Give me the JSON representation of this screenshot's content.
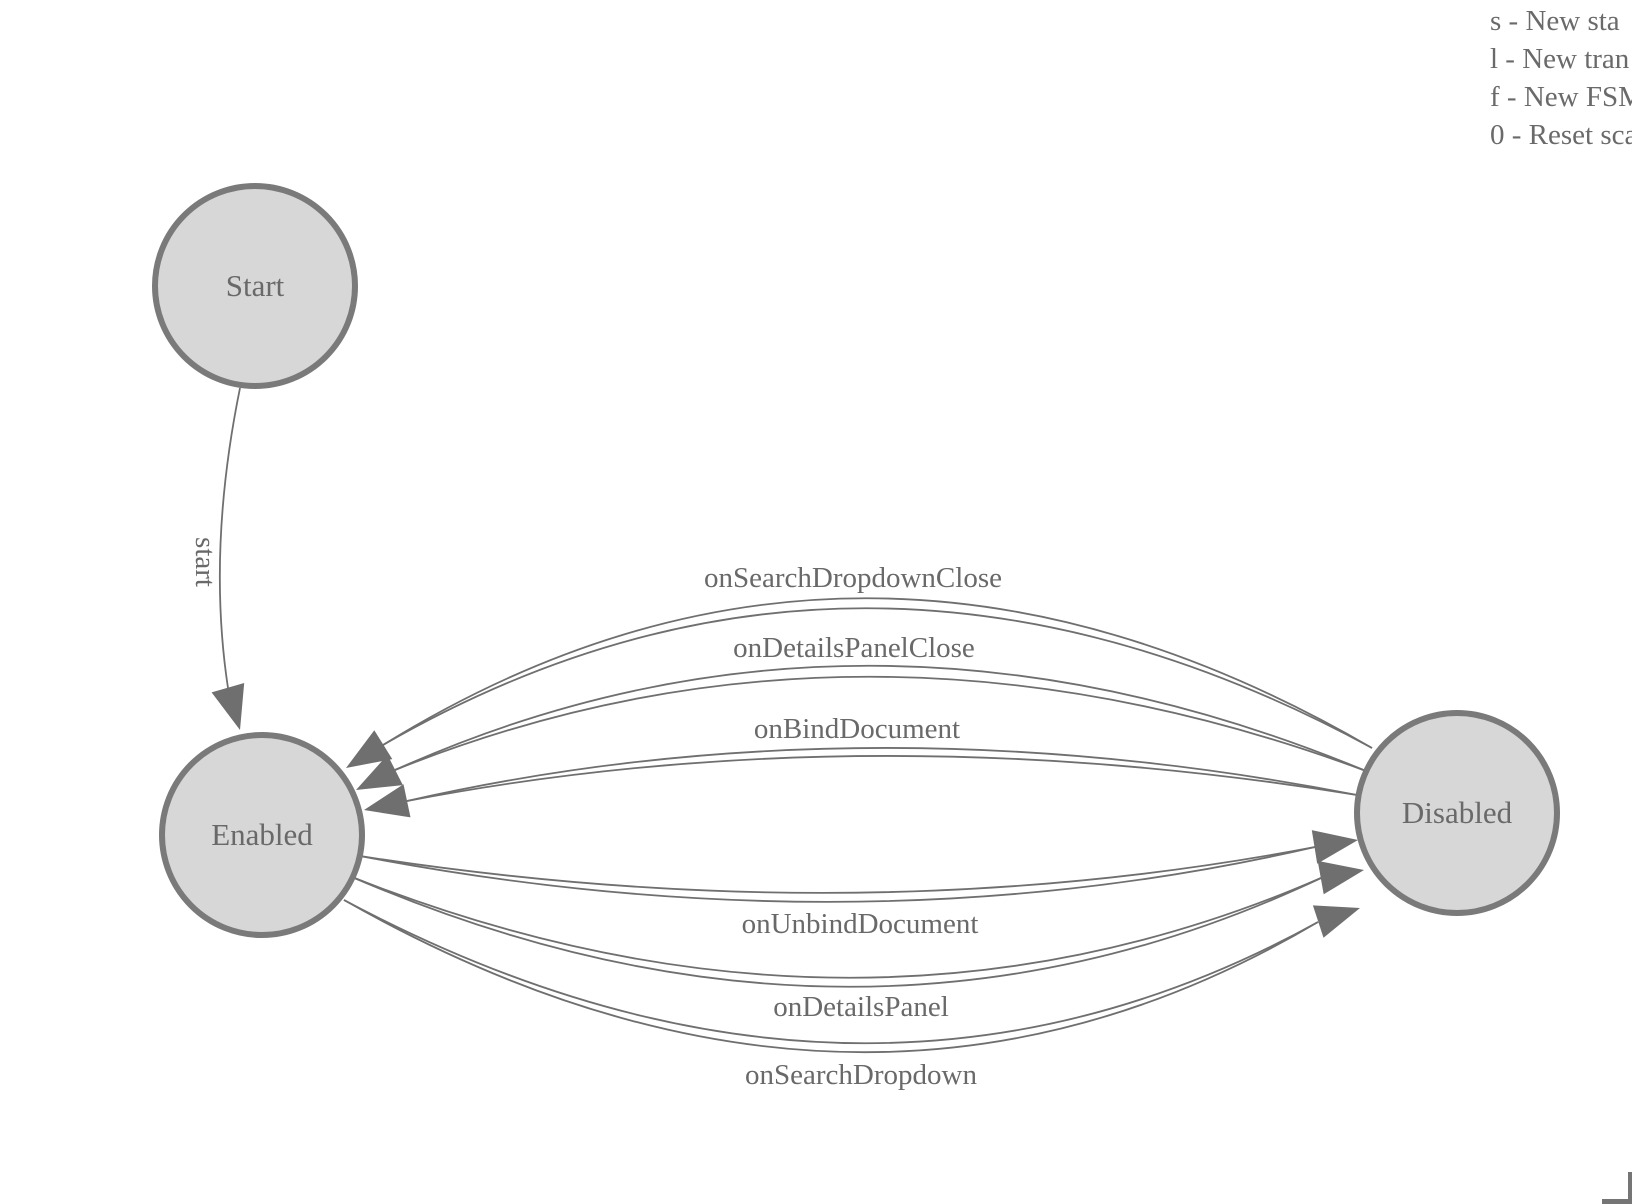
{
  "colors": {
    "node_fill": "#d7d7d7",
    "node_stroke": "#7a7a7a",
    "edge_stroke": "#6f6f6f",
    "text": "#696969",
    "background": "#ffffff"
  },
  "legend": {
    "lines": [
      "s - New sta",
      "l - New tran",
      "f - New FSM",
      "0 - Reset sca"
    ]
  },
  "diagram": {
    "type": "finite-state-machine",
    "nodes": [
      {
        "id": "start",
        "label": "Start"
      },
      {
        "id": "enabled",
        "label": "Enabled"
      },
      {
        "id": "disabled",
        "label": "Disabled"
      }
    ],
    "edges": [
      {
        "label": "start",
        "from": "Start",
        "to": "Enabled"
      },
      {
        "label": "onSearchDropdownClose",
        "from": "Disabled",
        "to": "Enabled"
      },
      {
        "label": "onDetailsPanelClose",
        "from": "Disabled",
        "to": "Enabled"
      },
      {
        "label": "onBindDocument",
        "from": "Disabled",
        "to": "Enabled"
      },
      {
        "label": "onUnbindDocument",
        "from": "Enabled",
        "to": "Disabled"
      },
      {
        "label": "onDetailsPanel",
        "from": "Enabled",
        "to": "Disabled"
      },
      {
        "label": "onSearchDropdown",
        "from": "Enabled",
        "to": "Disabled"
      }
    ]
  }
}
